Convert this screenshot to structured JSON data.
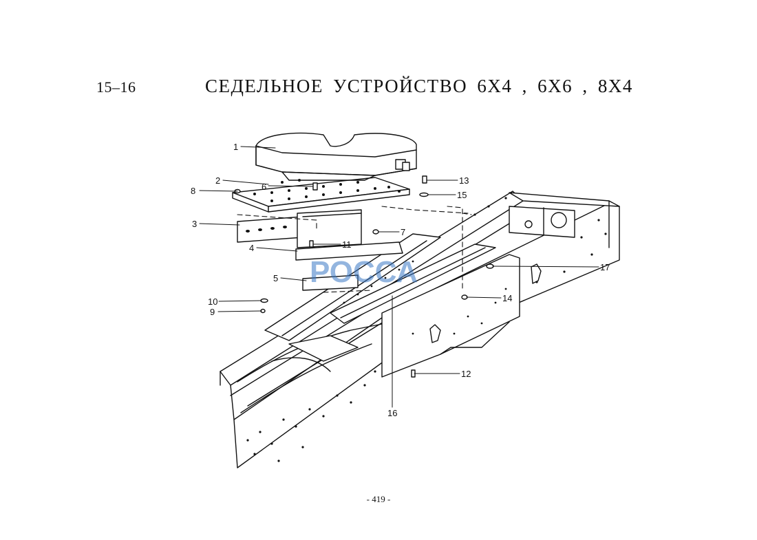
{
  "header": {
    "section_number": "15–16",
    "title": "СЕДЕЛЬНОЕ  УСТРОЙСТВО   6X4 , 6X6 , 8X4"
  },
  "watermark": {
    "text": "РОССА",
    "color": "#3b78c4"
  },
  "callouts": [
    {
      "id": "1",
      "label": "1"
    },
    {
      "id": "2",
      "label": "2"
    },
    {
      "id": "3",
      "label": "3"
    },
    {
      "id": "4",
      "label": "4"
    },
    {
      "id": "5",
      "label": "5"
    },
    {
      "id": "6",
      "label": "6"
    },
    {
      "id": "7",
      "label": "7"
    },
    {
      "id": "8",
      "label": "8"
    },
    {
      "id": "9",
      "label": "9"
    },
    {
      "id": "10",
      "label": "10"
    },
    {
      "id": "11",
      "label": "11"
    },
    {
      "id": "12",
      "label": "12"
    },
    {
      "id": "13",
      "label": "13"
    },
    {
      "id": "14",
      "label": "14"
    },
    {
      "id": "15",
      "label": "15"
    },
    {
      "id": "16",
      "label": "16"
    },
    {
      "id": "17",
      "label": "17"
    }
  ],
  "footer": {
    "page_number": "- 419 -"
  }
}
